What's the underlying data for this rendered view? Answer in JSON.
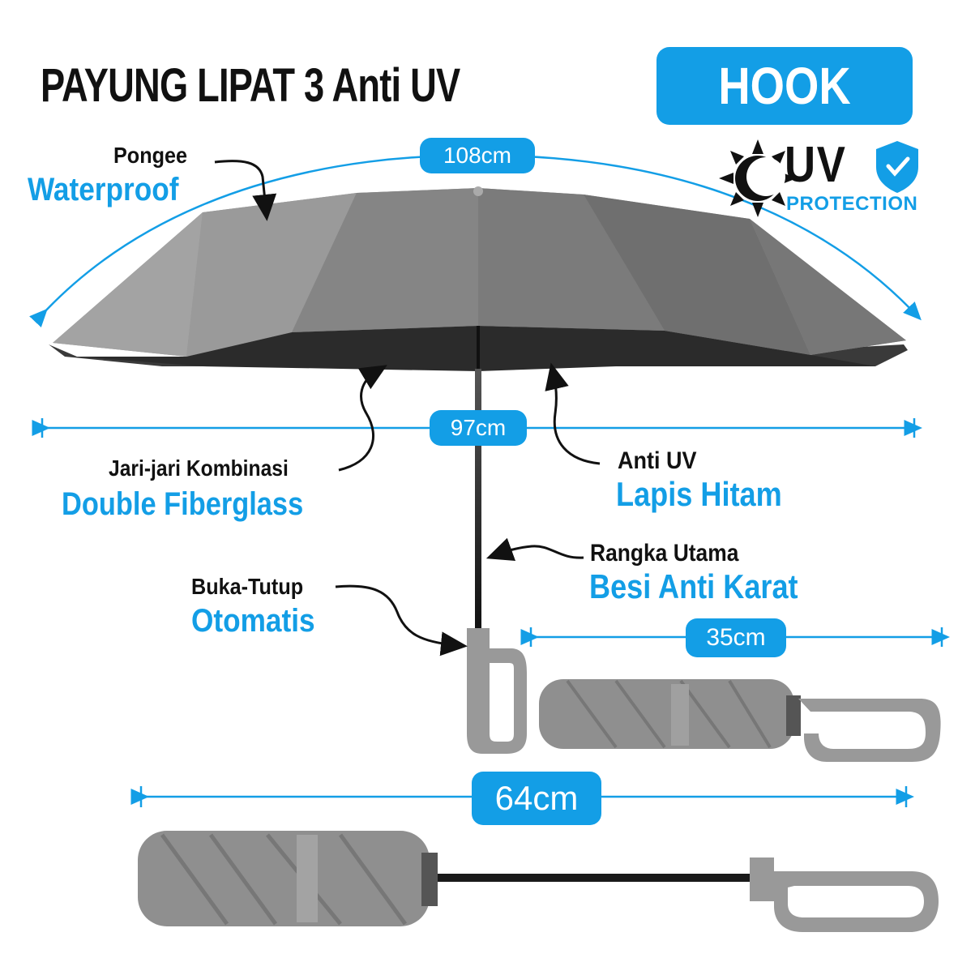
{
  "title": "PAYUNG LIPAT 3 Anti UV",
  "badge": "HOOK",
  "uv_badge": {
    "uv": "UV",
    "protection": "PROTECTION"
  },
  "dimensions": {
    "arc": "108cm",
    "span": "97cm",
    "folded": "35cm",
    "closed": "64cm"
  },
  "labels": {
    "pongee": {
      "top": "Pongee",
      "bottom": "Waterproof"
    },
    "ribs": {
      "top": "Jari-jari Kombinasi",
      "bottom": "Double Fiberglass"
    },
    "coating": {
      "top": "Anti UV",
      "bottom": "Lapis Hitam"
    },
    "shaft": {
      "top": "Rangka Utama",
      "bottom": "Besi Anti Karat"
    },
    "mechanism": {
      "top": "Buka-Tutup",
      "bottom": "Otomatis"
    }
  },
  "colors": {
    "accent": "#139ee6",
    "canopy": "#8a8a8a",
    "text": "#111111"
  },
  "icons": [
    "sun-icon",
    "shield-check-icon",
    "arrow-icon",
    "umbrella-illustration"
  ]
}
